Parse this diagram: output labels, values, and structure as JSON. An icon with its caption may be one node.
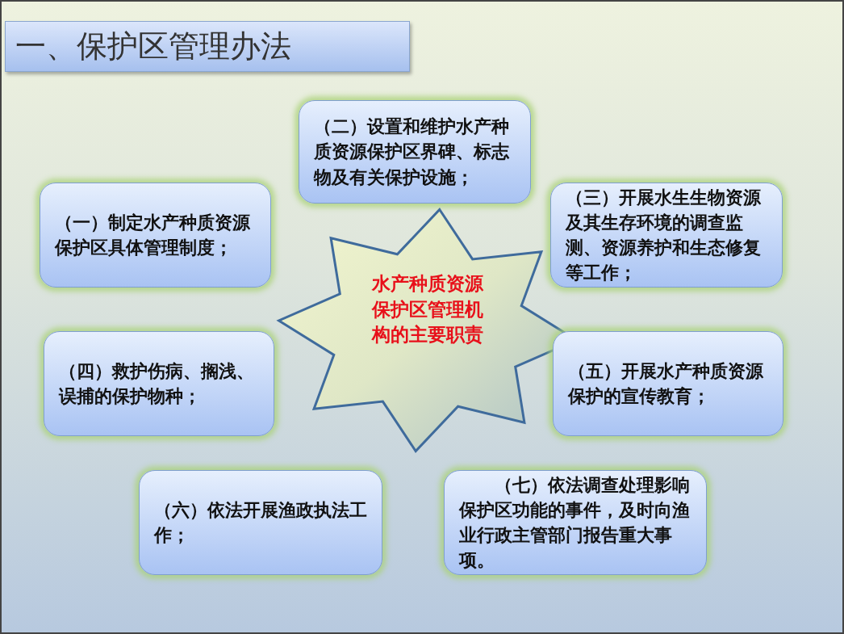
{
  "diagram": {
    "title": "一、保护区管理办法",
    "nodes": [
      {
        "text": [
          "（二）设置和维护水产种质资源保护区界碑、标志物及有关保护设施；"
        ]
      },
      {
        "text": [
          "（一）制定水产种质资源保护区具体管理制度；"
        ]
      },
      {
        "text": [
          "（三）开展水生生物资源及其生存环境的调查监测、资源养护和生态修复等工作；"
        ]
      },
      {
        "text": [
          "水产种质资源保护区管理机构的主要职责"
        ]
      },
      {
        "text": [
          "（四）救护伤病、搁浅、误捕的保护物种；"
        ]
      },
      {
        "text": [
          "（五）开展水产种质资源保护的宣传教育；"
        ]
      },
      {
        "text": [
          "（六）依法开展渔政执法工作；"
        ]
      },
      {
        "text": [
          "（七）依法调查处理影响保护区功能的事件，及时向渔业行政主管部门报告重大事项。"
        ]
      }
    ]
  }
}
